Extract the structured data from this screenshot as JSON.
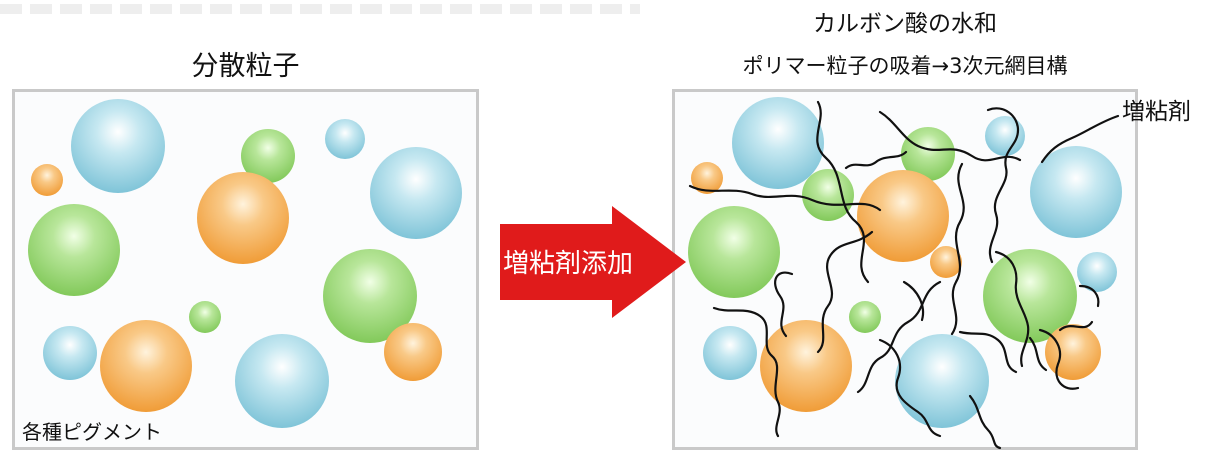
{
  "left": {
    "title": "分散粒子",
    "pigment_label": "各種ピグメント"
  },
  "arrow": {
    "label": "増粘剤添加",
    "color": "#e01b1b"
  },
  "right": {
    "title": "カルボン酸の水和",
    "subtitle": "ポリマー粒子の吸着→3次元網目構",
    "thickener_label": "増粘剤"
  },
  "colors": {
    "blue": "#9ed4e2",
    "green": "#9fd879",
    "orange": "#f6b45c",
    "border": "#c9c9c9"
  }
}
